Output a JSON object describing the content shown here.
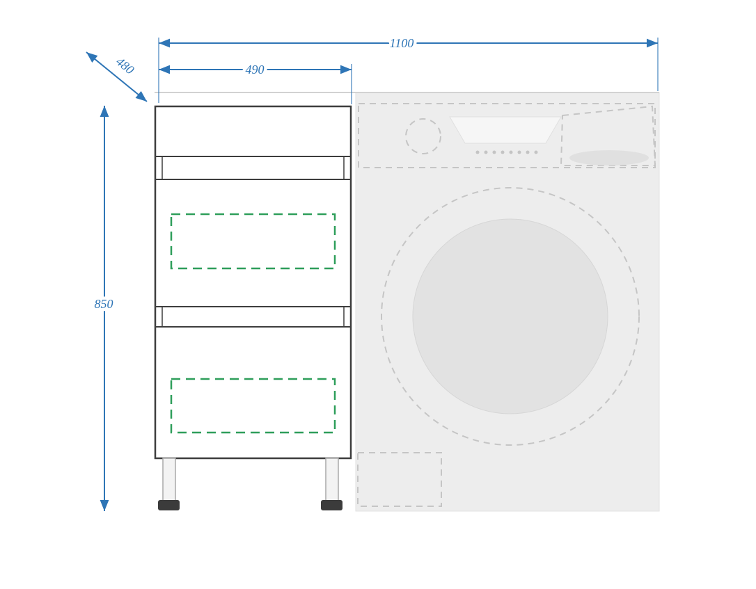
{
  "diagram": {
    "dimensions": {
      "total_width": "1100",
      "cabinet_width": "490",
      "depth": "480",
      "height": "850"
    },
    "colors": {
      "dimension_blue": "#2e75b6",
      "cabinet_outline": "#3d3d3d",
      "accent_green": "#2e9e5a",
      "ghost_fill": "#ededed",
      "ghost_stroke": "#c5c5c5",
      "drum_fill": "#e2e2e2",
      "panel_fill": "#f6f6f6",
      "leg_fill": "#f3f3f3",
      "foot_color": "#3b3b3b"
    }
  }
}
